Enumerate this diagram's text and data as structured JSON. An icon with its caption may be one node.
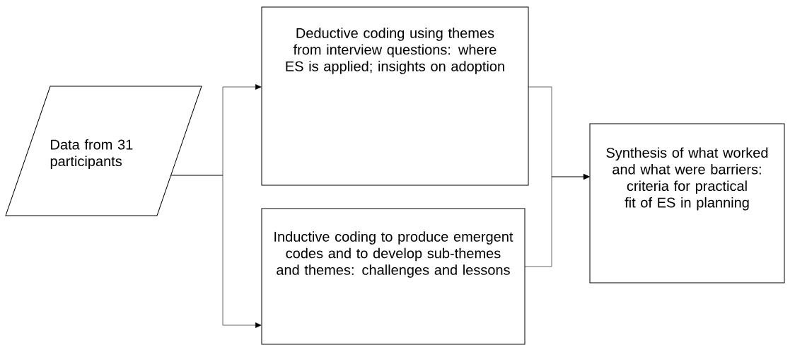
{
  "diagram": {
    "nodes": [
      {
        "text": [
          "Data from 31 participants"
        ]
      },
      {
        "text": [
          "Deductive coding using themes from interview questions: where ES is applied; insights on adoption"
        ]
      },
      {
        "text": [
          "Inductive coding to produce emergent codes and to develop sub-themes and themes: challenges and lessons"
        ]
      },
      {
        "text": [
          "Synthesis of what worked and what were barriers: criteria for practical fit of ES in planning"
        ]
      }
    ],
    "edges": [
      {
        "from": 0,
        "to": 1,
        "arrow": "to"
      },
      {
        "from": 0,
        "to": 2,
        "arrow": "to"
      },
      {
        "from": 1,
        "to": 3,
        "arrow": "to"
      },
      {
        "from": 2,
        "to": 3,
        "arrow": "to"
      }
    ]
  }
}
